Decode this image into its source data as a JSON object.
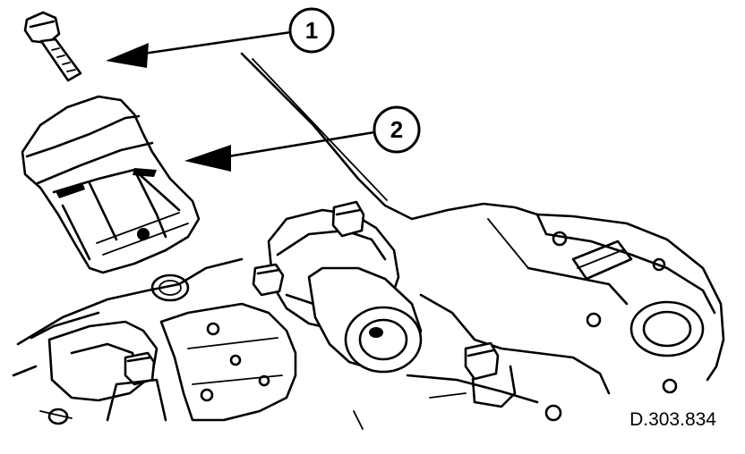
{
  "figure": {
    "callouts": [
      {
        "number": "1"
      },
      {
        "number": "2"
      }
    ],
    "reference": "D.303.834"
  }
}
